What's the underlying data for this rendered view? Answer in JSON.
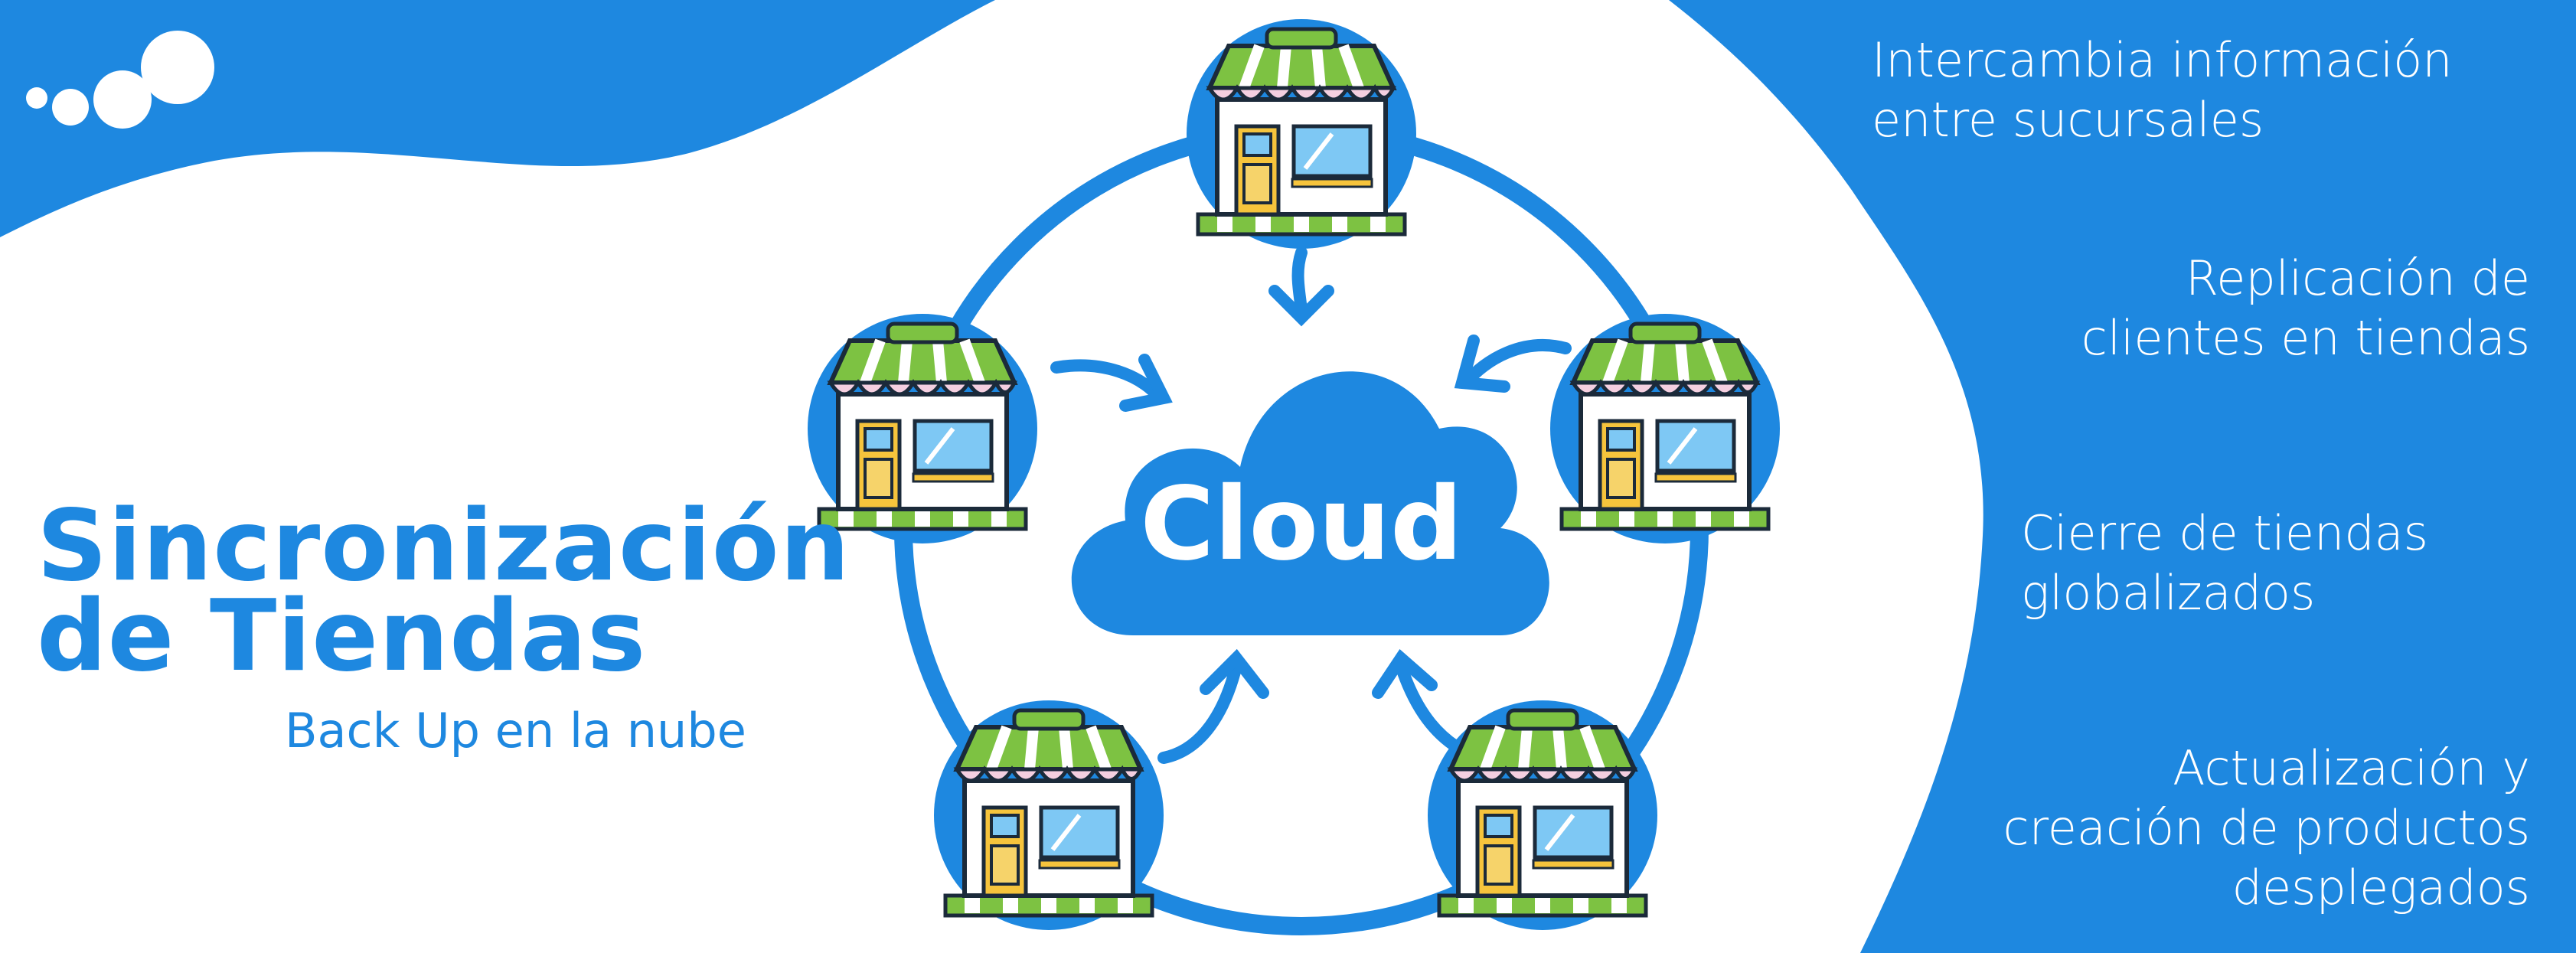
{
  "title": {
    "line1": "Sincronización",
    "line2": "de Tiendas"
  },
  "subtitle": "Back Up en la nube",
  "cloud": {
    "label": "Cloud"
  },
  "features": [
    {
      "line1": "Intercambia información",
      "line2": "entre sucursales"
    },
    {
      "line1": "Replicación de",
      "line2": "clientes en tiendas"
    },
    {
      "line1": "Cierre de tiendas",
      "line2": "globalizados"
    },
    {
      "line1": "Actualización y",
      "line2": "creación de productos",
      "line3": "desplegados"
    }
  ],
  "colors": {
    "brand_blue": "#1e88e0",
    "awning_green": "#7dc242",
    "white": "#ffffff"
  }
}
